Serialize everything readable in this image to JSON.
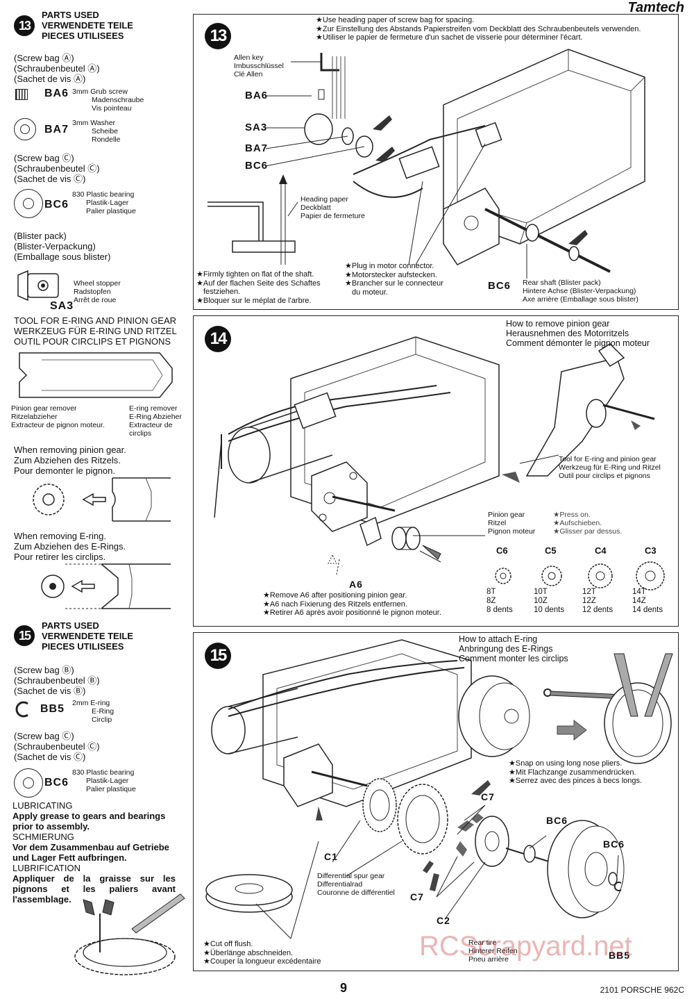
{
  "brand": "Tamtech",
  "page_number": "9",
  "footer_model": "2101 PORSCHE 962C",
  "watermark": "RCScrapyard.net",
  "left": {
    "step13": {
      "num": "13",
      "parts_used": [
        "PARTS USED",
        "VERWENDETE TEILE",
        "PIECES UTILISEES"
      ],
      "bag_a": [
        "(Screw bag Ⓐ)",
        "(Schraubenbeutel Ⓐ)",
        "(Sachet de vis Ⓐ)"
      ],
      "ba6": {
        "code": "BA6",
        "desc": [
          "3mm Grub screw",
          "Madenschraube",
          "Vis pointeau"
        ]
      },
      "ba7": {
        "code": "BA7",
        "desc": [
          "3mm Washer",
          "Scheibe",
          "Rondelle"
        ]
      },
      "bag_c": [
        "(Screw bag Ⓒ)",
        "(Schraubenbeutel Ⓒ)",
        "(Sachet de vis Ⓒ)"
      ],
      "bc6": {
        "code": "BC6",
        "desc": [
          "830 Plastic bearing",
          "Plastik-Lager",
          "Palier plastique"
        ]
      },
      "blister": [
        "(Blister pack)",
        "(Blister-Verpackung)",
        "(Emballage sous blister)"
      ],
      "sa3": {
        "code": "SA3",
        "desc": [
          "Wheel stopper",
          "Radstopfen",
          "Arrêt de roue"
        ]
      }
    },
    "tool": {
      "title": [
        "TOOL FOR E-RING AND PINION GEAR",
        "WERKZEUG FÜR E-RING UND RITZEL",
        "OUTIL POUR CIRCLIPS ET PIGNONS"
      ],
      "pinion_remover": [
        "Pinion gear remover",
        "Ritzelabzieher",
        "Extracteur de pignon moteur."
      ],
      "ering_remover": [
        "E-ring remover",
        "E-Ring Abzieher",
        "Extracteur de",
        "circlips"
      ],
      "removing_pinion": [
        "When removing pinion gear.",
        "Zum Abziehen des Ritzels.",
        "Pour demonter le pignon."
      ],
      "removing_ering": [
        "When removing E-ring.",
        "Zum Abziehen des E-Rings.",
        "Pour retirer les circlips."
      ]
    },
    "step15": {
      "num": "15",
      "parts_used": [
        "PARTS USED",
        "VERWENDETE TEILE",
        "PIECES UTILISEES"
      ],
      "bag_b": [
        "(Screw bag Ⓑ)",
        "(Schraubenbeutel Ⓑ)",
        "(Sachet de vis Ⓑ)"
      ],
      "bb5": {
        "code": "BB5",
        "desc": [
          "2mm E-ring",
          "E-Ring",
          "Circlip"
        ]
      },
      "bag_c": [
        "(Screw bag Ⓒ)",
        "(Schraubenbeutel Ⓒ)",
        "(Sachet de vis Ⓒ)"
      ],
      "bc6": {
        "code": "BC6",
        "desc": [
          "830 Plastic bearing",
          "Plastik-Lager",
          "Palier plastique"
        ]
      },
      "lubricating": {
        "title": "LUBRICATING",
        "text": [
          "Apply grease to gears and bearings",
          "prior to assembly."
        ]
      },
      "schmierung": {
        "title": "SCHMIERUNG",
        "text": [
          "Vor dem Zusammenbau auf Getriebe",
          "und Lager Fett aufbringen."
        ]
      },
      "lubrification": {
        "title": "LUBRIFICATION",
        "text": [
          "Appliquer de la graisse sur les",
          "pignons et les paliers avant",
          "l'assemblage."
        ]
      }
    }
  },
  "panel13": {
    "num": "13",
    "top_note": [
      "★Use heading paper of screw bag for spacing.",
      "★Zur Einstellung des Abstands Papierstreifen vom Deckblatt des Schraubenbeutels verwenden.",
      "★Utiliser le papier de fermeture d'un sachet de visserie pour déterminer l'écart."
    ],
    "allen_key": [
      "Allen key",
      "Imbusschlüssel",
      "Clé Allen"
    ],
    "labels": [
      "BA6",
      "SA3",
      "BA7",
      "BC6"
    ],
    "heading_paper": [
      "Heading paper",
      "Deckblatt",
      "Papier de fermeture"
    ],
    "tighten": [
      "★Firmly tighten on flat of the shaft.",
      "★Auf der flachen Seite des Schaftes",
      "festziehen.",
      "★Bloquer sur le méplat de l'arbre."
    ],
    "plug": [
      "★Plug in motor connector.",
      "★Motorstecker aufstecken.",
      "★Brancher sur le connecteur",
      "du moteur."
    ],
    "bc6_label": "BC6",
    "rear_shaft": [
      "Rear shaft (Blister pack)",
      "Hintere Achse (Blister-Verpackung)",
      "Axe arrière (Emballage sous blister)"
    ]
  },
  "panel14": {
    "num": "14",
    "how_remove": [
      "How to remove pinion gear",
      "Herausnehmen des Motorritzels",
      "Comment démonter le pignon moteur"
    ],
    "tool": [
      "Tool for E-ring and pinion gear",
      "Werkzeug für E-Ring und Ritzel",
      "Outil pour circlips et pignons"
    ],
    "pinion": [
      "Pinion gear",
      "Ritzel",
      "Pignon moteur"
    ],
    "press": [
      "★Press on.",
      "★Aufschieben.",
      "★Glisser par dessus."
    ],
    "a6": "A6",
    "remove_note": [
      "★Remove A6 after positioning pinion gear.",
      "★A6 nach Fixierung des Ritzels entfernen.",
      "★Retirer A6 après avoir positionné le pignon moteur."
    ],
    "gears": [
      {
        "code": "C6",
        "t": "8T",
        "z": "8Z",
        "d": "8 dents"
      },
      {
        "code": "C5",
        "t": "10T",
        "z": "10Z",
        "d": "10 dents"
      },
      {
        "code": "C4",
        "t": "12T",
        "z": "12Z",
        "d": "12 dents"
      },
      {
        "code": "C3",
        "t": "14T",
        "z": "14Z",
        "d": "14 dents"
      }
    ]
  },
  "panel15": {
    "num": "15",
    "how_attach": [
      "How to attach E-ring",
      "Anbringung des E-Rings",
      "Comment monter les circlips"
    ],
    "snap": [
      "★Snap on using long nose pliers.",
      "★Mit Flachzange zusammendrücken.",
      "★Serrez avec des pinces à becs longs."
    ],
    "c7a": "C7",
    "c7b": "C7",
    "bc6a": "BC6",
    "bc6b": "BC6",
    "c1": "C1",
    "c2": "C2",
    "bb5": "BB5",
    "diff": [
      "Differential spur gear",
      "Differentialrad",
      "Couronne de différentiel"
    ],
    "cut": [
      "★Cut off flush.",
      "★Überlänge abschneiden.",
      "★Couper la longueur excédentaire"
    ],
    "rear_tire": [
      "Rear tire",
      "Hinterer Reifen",
      "Pneu arrière"
    ]
  }
}
